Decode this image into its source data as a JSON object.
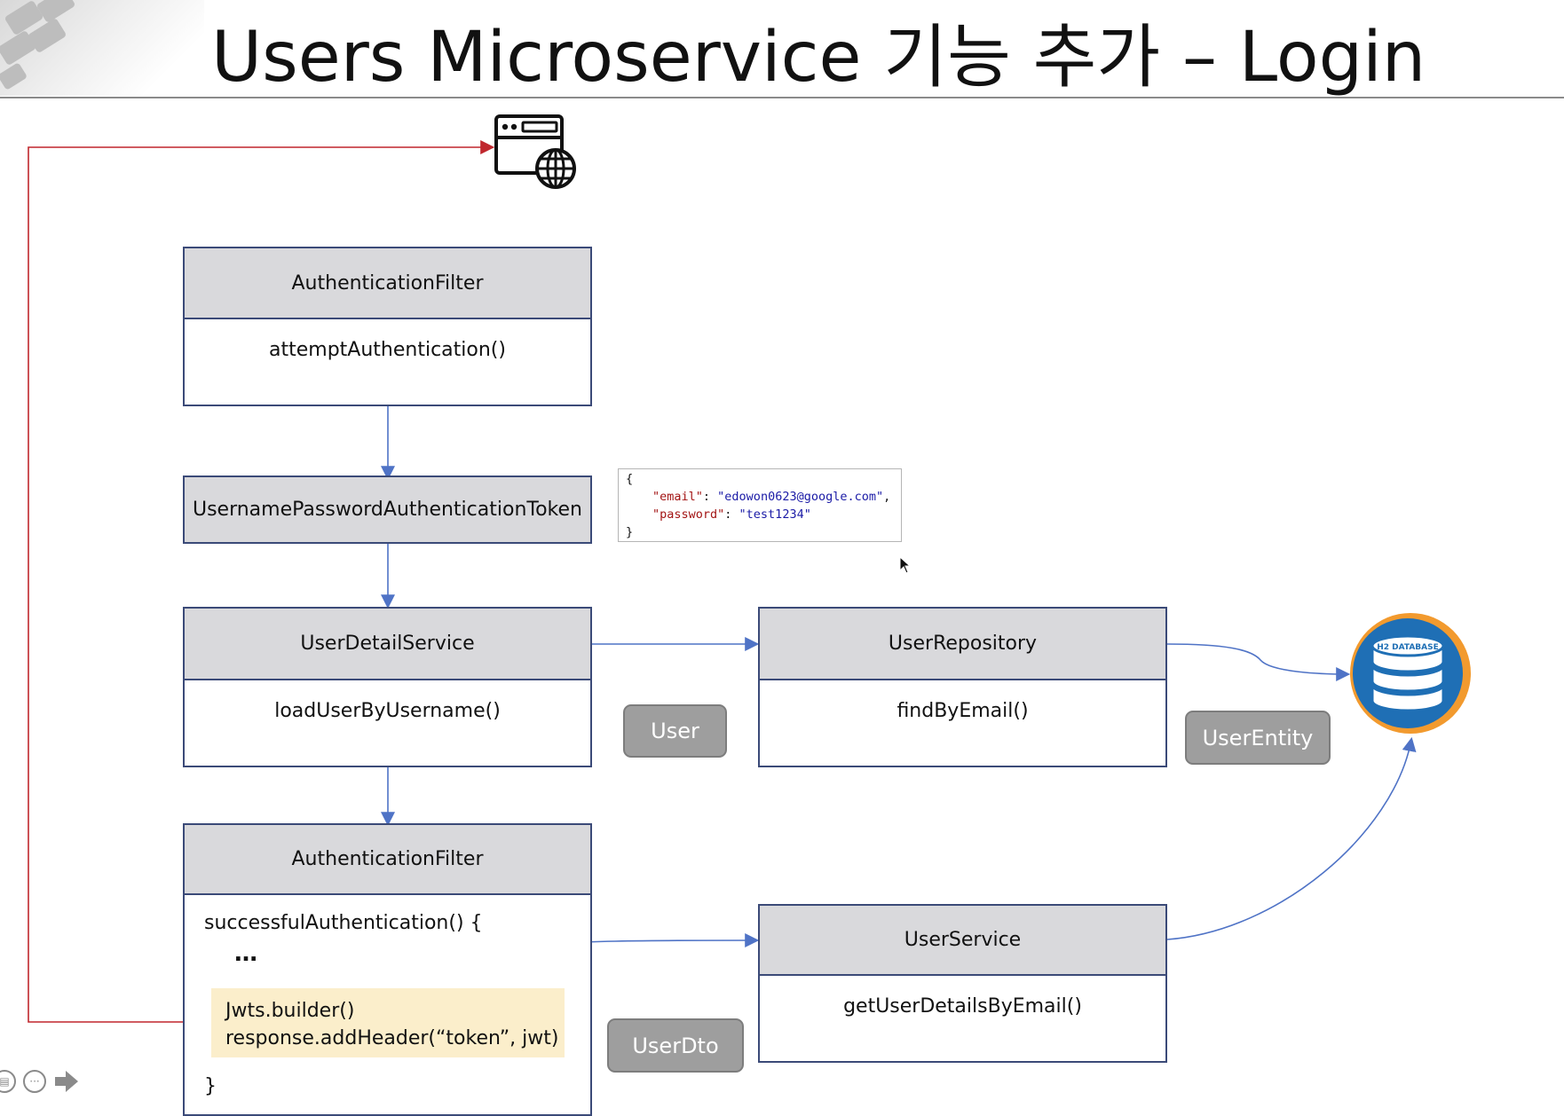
{
  "slide": {
    "title": "Users Microservice 기능 추가 – Login"
  },
  "colors": {
    "box_border": "#3b4a78",
    "box_header": "#d9d9dc",
    "blue_arrow": "#4f73c6",
    "red_arrow": "#c0272d",
    "pill_gray": "#9e9e9e",
    "highlight": "#fbeecb",
    "db_orange": "#f29a2e",
    "db_blue": "#1f6fb5"
  },
  "icons": {
    "browser": "browser-globe-icon",
    "database": "h2-database-icon",
    "cursor": "mouse-cursor-icon"
  },
  "boxes": {
    "auth_filter_top": {
      "title": "AuthenticationFilter",
      "method": "attemptAuthentication()"
    },
    "token": {
      "title": "UsernamePasswordAuthenticationToken"
    },
    "user_detail_service": {
      "title": "UserDetailService",
      "method": "loadUserByUsername()"
    },
    "user_repository": {
      "title": "UserRepository",
      "method": "findByEmail()"
    },
    "auth_filter_bottom": {
      "title": "AuthenticationFilter",
      "line1": "successfulAuthentication() {",
      "ellipsis": "…",
      "code1": "Jwts.builder()",
      "code2": "response.addHeader(“token”, jwt)",
      "closing": "}"
    },
    "user_service": {
      "title": "UserService",
      "method": "getUserDetailsByEmail()"
    }
  },
  "json_sample": {
    "open": "{",
    "email_key": "\"email\"",
    "email_value": "\"edowon0623@google.com\"",
    "password_key": "\"password\"",
    "password_value": "\"test1234\"",
    "close": "}"
  },
  "pills": {
    "user": "User",
    "user_entity": "UserEntity",
    "user_dto": "UserDto"
  },
  "database_label": "H2 DATABASE"
}
